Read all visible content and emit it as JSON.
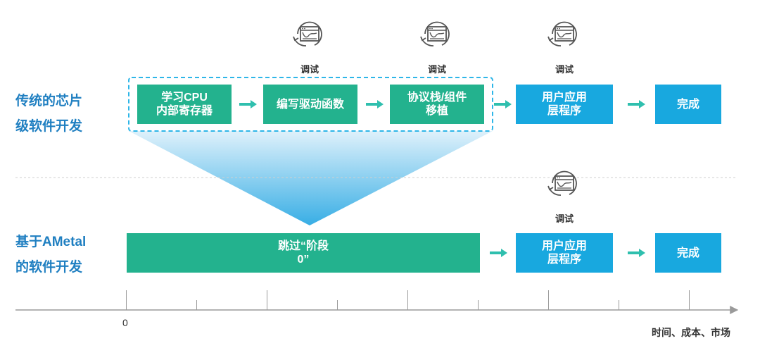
{
  "colors": {
    "green": "#23b28e",
    "blue": "#18a8df",
    "label_blue": "#1f7fc1",
    "arrow_teal": "#2fbfae"
  },
  "icons": {
    "debug": "monitor-chart-refresh-icon",
    "arrow": "right-arrow-icon"
  },
  "debug_label": "调试",
  "top_row": {
    "label_line1": "传统的芯片",
    "label_line2": "级软件开发",
    "steps": [
      "学习CPU\n内部寄存器",
      "编写驱动函数",
      "协议栈/组件\n移植",
      "用户应用\n层程序",
      "完成"
    ]
  },
  "bottom_row": {
    "label_line1": "基于AMetal",
    "label_line2": "的软件开发",
    "skip_box": "跳过“阶段\n0”",
    "steps": [
      "用户应用\n层程序",
      "完成"
    ]
  },
  "axis": {
    "origin_label": "0",
    "caption": "时间、成本、市场"
  }
}
